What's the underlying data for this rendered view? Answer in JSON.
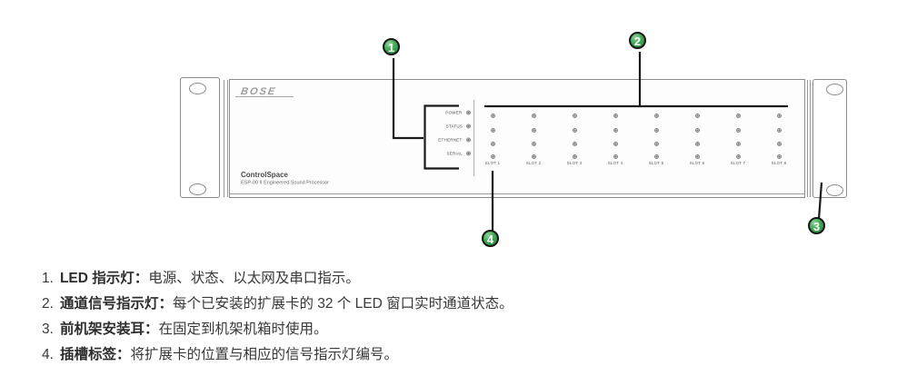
{
  "figure": {
    "brand_logo": "BOSE",
    "product_line": "ControlSpace",
    "product_subtitle": "ESP-00 II Engineered Sound Processor",
    "indicator_labels": [
      "POWER",
      "STATUS",
      "ETHERNET",
      "SERIAL"
    ],
    "slot_labels": [
      "SLOT 1",
      "SLOT 2",
      "SLOT 3",
      "SLOT 4",
      "SLOT 5",
      "SLOT 6",
      "SLOT 7",
      "SLOT 8"
    ],
    "leds_per_slot": 4,
    "callouts": [
      "1",
      "2",
      "3",
      "4"
    ],
    "colors": {
      "callout_green": "#2f9c43",
      "chassis_line": "#8d8d8d",
      "leader_line": "#1a1a1a"
    }
  },
  "legend": {
    "items": [
      {
        "num": "1.",
        "term": "LED 指示灯：",
        "desc": "电源、状态、以太网及串口指示。"
      },
      {
        "num": "2.",
        "term": "通道信号指示灯：",
        "desc": "每个已安装的扩展卡的 32 个 LED 窗口实时通道状态。"
      },
      {
        "num": "3.",
        "term": "前机架安装耳：",
        "desc": "在固定到机架机箱时使用。"
      },
      {
        "num": "4.",
        "term": "插槽标签：",
        "desc": "将扩展卡的位置与相应的信号指示灯编号。"
      }
    ]
  }
}
